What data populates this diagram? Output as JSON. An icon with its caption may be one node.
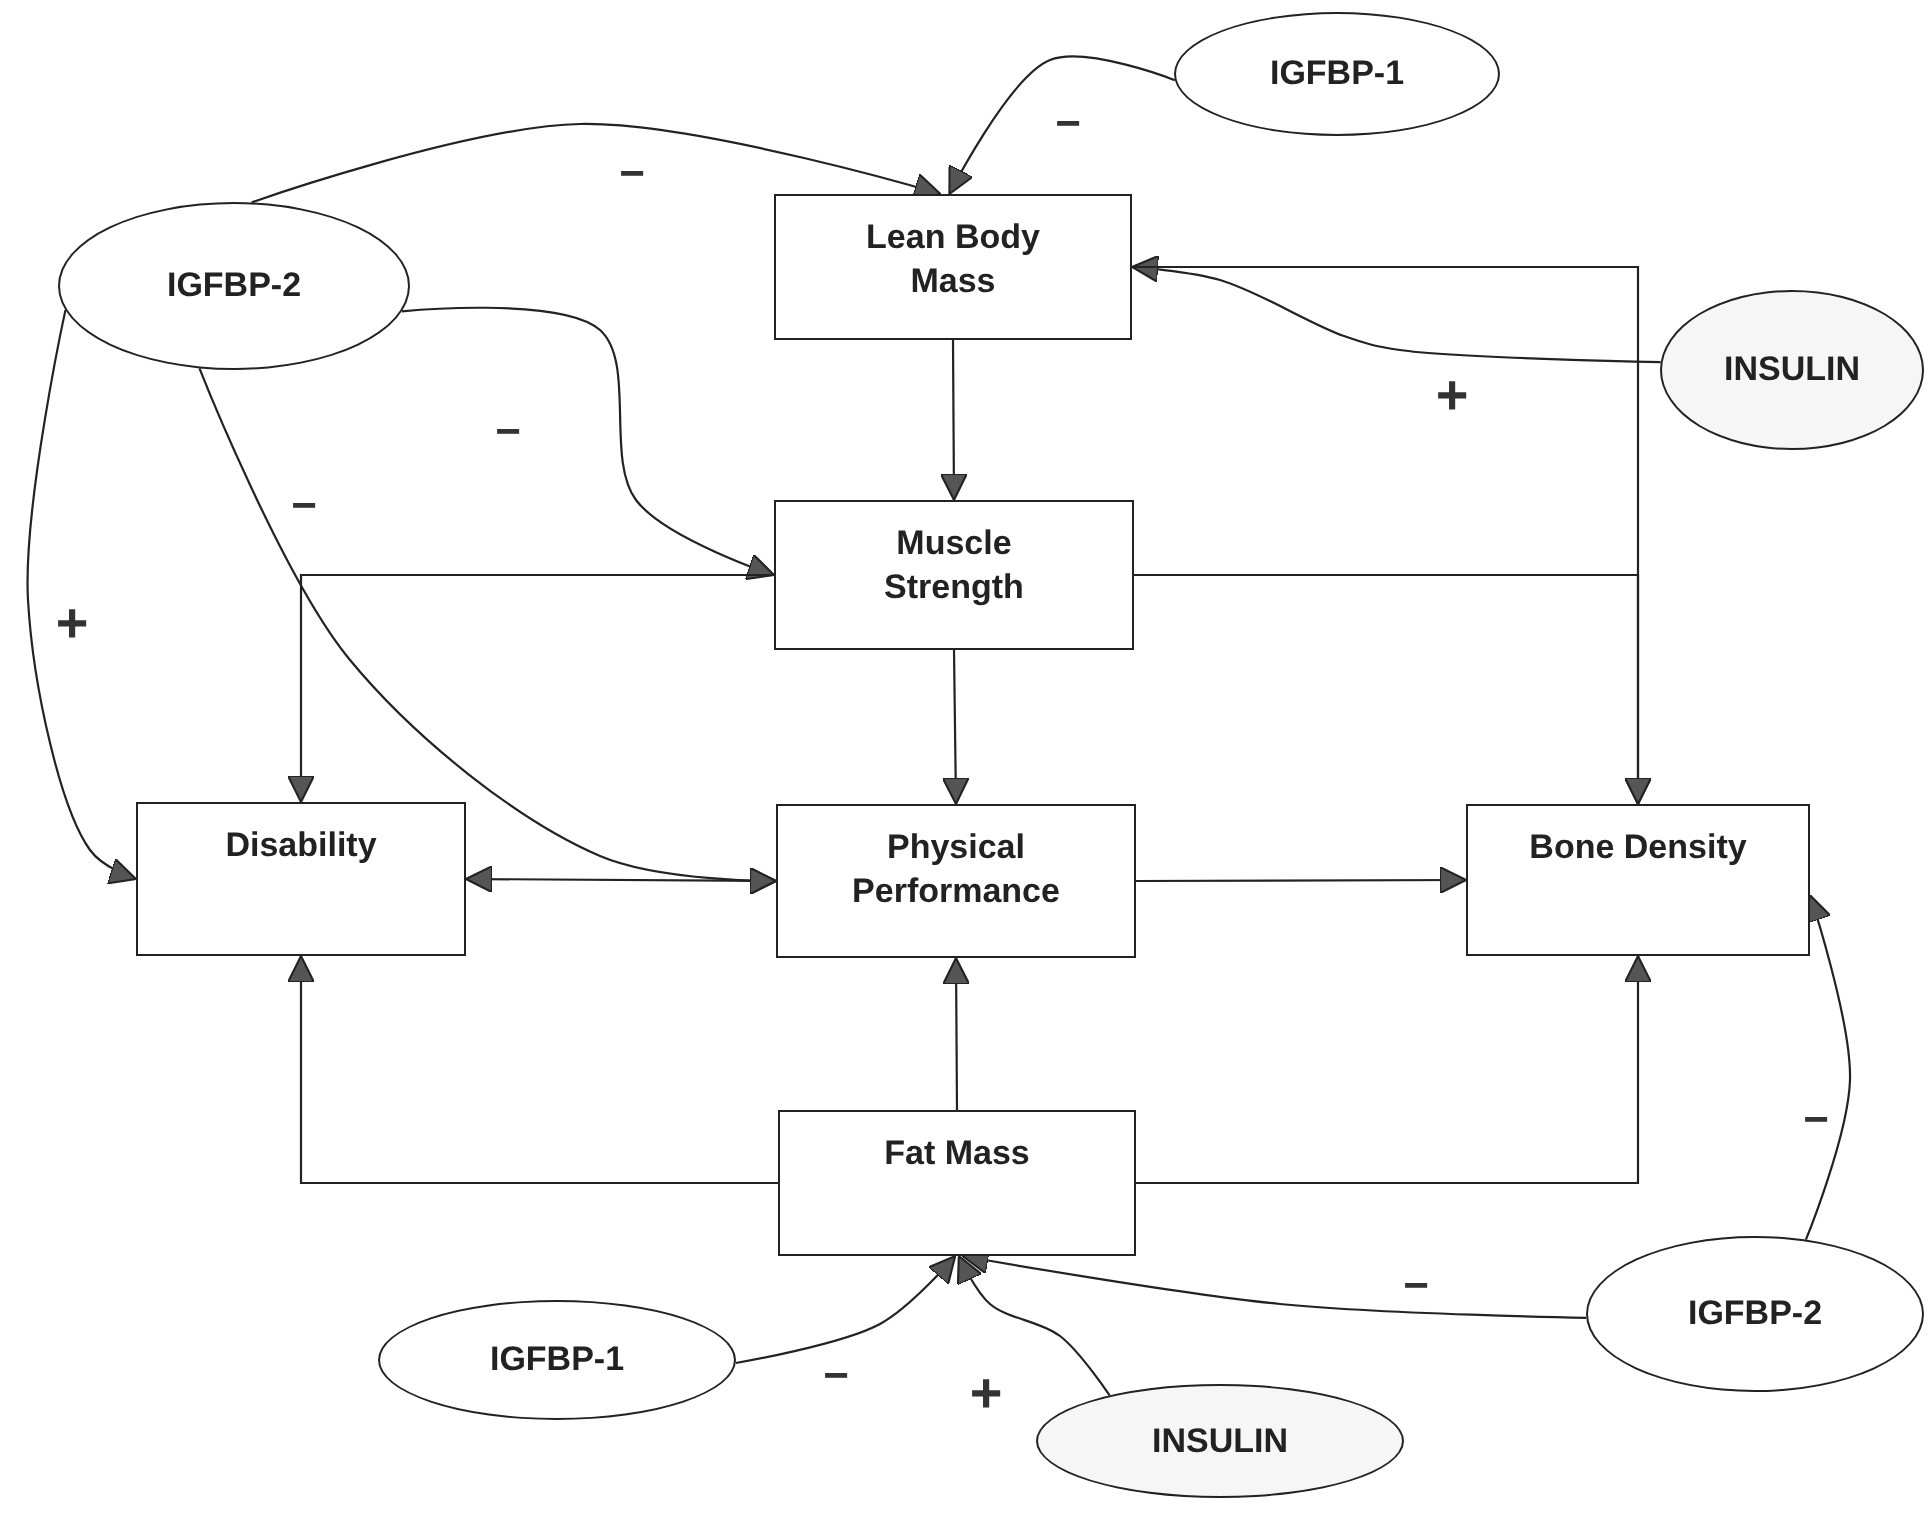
{
  "diagram": {
    "nodes": [
      {
        "text": [
          "IGFBP-1"
        ]
      },
      {
        "text": [
          "IGFBP-2"
        ]
      },
      {
        "text": [
          "Lean Body Mass"
        ]
      },
      {
        "text": [
          "INSULIN"
        ]
      },
      {
        "text": [
          "Muscle Strength"
        ]
      },
      {
        "text": [
          "Disability"
        ]
      },
      {
        "text": [
          "Physical Performance"
        ]
      },
      {
        "text": [
          "Bone Density"
        ]
      },
      {
        "text": [
          "Fat Mass"
        ]
      },
      {
        "text": [
          "IGFBP-1"
        ]
      },
      {
        "text": [
          "IGFBP-2"
        ]
      },
      {
        "text": [
          "INSULIN"
        ]
      }
    ],
    "edges": [
      {
        "from": 0,
        "to": 2,
        "arrow": "to",
        "label": "−"
      },
      {
        "from": 1,
        "to": 2,
        "arrow": "to",
        "label": "−"
      },
      {
        "from": 1,
        "to": 4,
        "arrow": "to",
        "label": "−"
      },
      {
        "from": 1,
        "to": 6,
        "arrow": "to",
        "label": "−"
      },
      {
        "from": 1,
        "to": 5,
        "arrow": "to",
        "label": "+"
      },
      {
        "from": 3,
        "to": 2,
        "arrow": "to",
        "label": "+"
      },
      {
        "from": 2,
        "to": 4,
        "arrow": "to"
      },
      {
        "from": 2,
        "to": 7,
        "arrow": "to"
      },
      {
        "from": 4,
        "to": 7,
        "arrow": "to"
      },
      {
        "from": 4,
        "to": 5,
        "arrow": "to"
      },
      {
        "from": 4,
        "to": 6,
        "arrow": "to"
      },
      {
        "from": 6,
        "to": 5,
        "arrow": "both"
      },
      {
        "from": 6,
        "to": 7,
        "arrow": "to"
      },
      {
        "from": 8,
        "to": 6,
        "arrow": "to"
      },
      {
        "from": 8,
        "to": 5,
        "arrow": "to"
      },
      {
        "from": 8,
        "to": 7,
        "arrow": "to"
      },
      {
        "from": 9,
        "to": 8,
        "arrow": "to",
        "label": "−"
      },
      {
        "from": 11,
        "to": 8,
        "arrow": "to",
        "label": "+"
      },
      {
        "from": 10,
        "to": 8,
        "arrow": "to",
        "label": "−"
      },
      {
        "from": 10,
        "to": 7,
        "arrow": "to",
        "label": "−"
      }
    ]
  }
}
